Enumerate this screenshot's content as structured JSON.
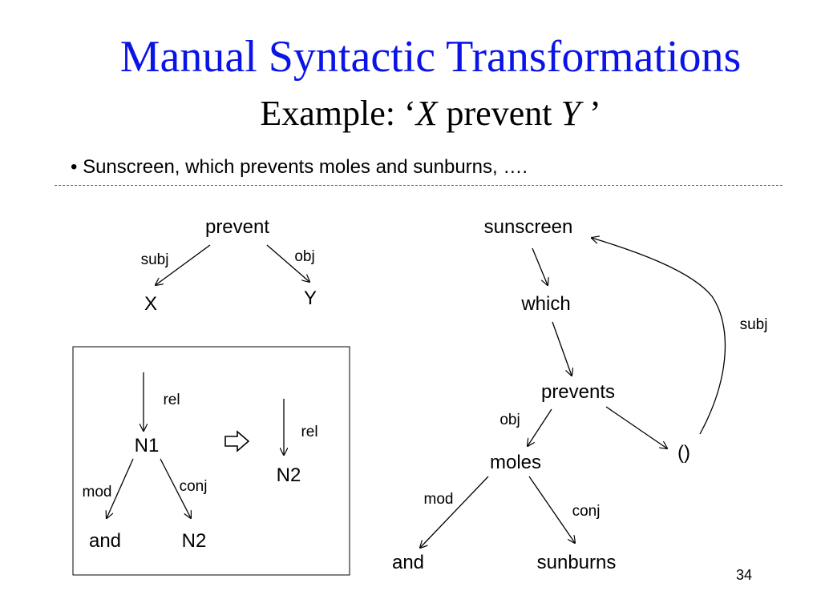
{
  "slide": {
    "title": "Manual Syntactic Transformations",
    "subtitle": {
      "prefix": "Example:  ‘",
      "x": "X",
      "middle": " prevent ",
      "y": "Y",
      "suffix": " ’"
    },
    "bullet": "• Sunscreen, which prevents moles and sunburns, ….",
    "page_number": "34"
  },
  "pattern_tree": {
    "root": "prevent",
    "subj_label": "subj",
    "obj_label": "obj",
    "x_node": "X",
    "y_node": "Y"
  },
  "rule_box": {
    "left_rel_label": "rel",
    "left_node": "N1",
    "mod_label": "mod",
    "conj_label": "conj",
    "and_node": "and",
    "n2_node": "N2",
    "arrow_icon": "hollow-right-arrow-icon",
    "right_rel_label": "rel",
    "right_node": "N2"
  },
  "parse_tree": {
    "sunscreen": "sunscreen",
    "which": "which",
    "prevents": "prevents",
    "obj_label": "obj",
    "moles": "moles",
    "empty_node": "()",
    "subj_label": "subj",
    "mod_label": "mod",
    "conj_label": "conj",
    "and": "and",
    "sunburns": "sunburns"
  }
}
